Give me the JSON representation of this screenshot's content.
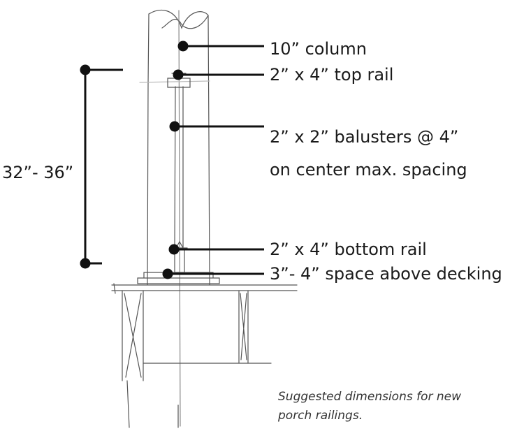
{
  "title": "",
  "labels": {
    "column": "10” column",
    "top_rail": "2” x 4” top rail",
    "balusters_line1": "2” x 2” balusters @ 4”",
    "balusters_line2": "on center max. spacing",
    "bottom_rail": "2” x 4” bottom rail",
    "space": "3”- 4” space above decking",
    "height_range": "32”- 36”"
  },
  "caption": {
    "line1": "Suggested dimensions for new",
    "line2": "porch railings."
  },
  "colors": {
    "ink": "#1a1a1a",
    "sketch": "#555555",
    "background": "#ffffff"
  }
}
